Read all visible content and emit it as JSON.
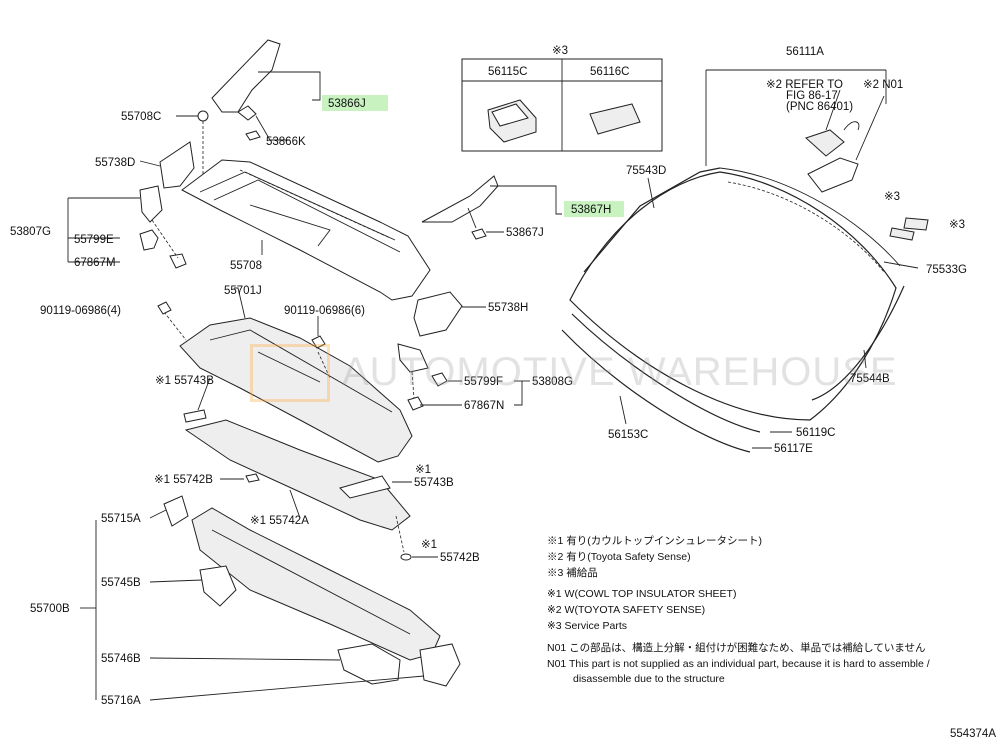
{
  "diagram": {
    "labels": {
      "p55708C": "55708C",
      "p53866J": "53866J",
      "p53866K": "53866K",
      "p55738D": "55738D",
      "p53807G": "53807G",
      "p55799E": "55799E",
      "p67867M": "67867M",
      "p55708": "55708",
      "p55701J": "55701J",
      "p90119a": "90119-06986(4)",
      "p90119b": "90119-06986(6)",
      "p55738H": "55738H",
      "p55799F": "55799F",
      "p53808G": "53808G",
      "p67867N": "67867N",
      "p155743B": "※1 55743B",
      "p55743B": "55743B",
      "p155742B": "※1 55742B",
      "p155742A": "※1 55742A",
      "p55742B": "55742B",
      "n1a": "※1",
      "n1b": "※1",
      "p55715A": "55715A",
      "p55745B": "55745B",
      "p55700B": "55700B",
      "p55746B": "55746B",
      "p55716A": "55716A",
      "star3": "※3",
      "p56115C": "56115C",
      "p56116C": "56116C",
      "p53867H": "53867H",
      "p53867J": "53867J",
      "p56111A": "56111A",
      "refer1": "※2 REFER TO",
      "refer2": "FIG 86-17",
      "refer3": "(PNC 86401)",
      "n01": "※2 N01",
      "p75543D": "75543D",
      "s3a": "※3",
      "s3b": "※3",
      "p75533G": "75533G",
      "p75544B": "75544B",
      "p56153C": "56153C",
      "p56119C": "56119C",
      "p56117E": "56117E"
    },
    "watermark": "AUTOMOTIVE WAREHOUSE",
    "diagram_code": "554374A"
  },
  "legend": {
    "l1": "※1 有り(カウルトップインシュレータシート)",
    "l2": "※2 有り(Toyota Safety Sense)",
    "l3": "※3 補給品",
    "l4": "※1 W(COWL TOP INSULATOR SHEET)",
    "l5": "※2 W(TOYOTA SAFETY SENSE)",
    "l6": "※3 Service Parts",
    "l7": "N01  この部品は、構造上分解・組付けが困難なため、単品では補給していません",
    "l8": "N01  This part is not supplied as an individual part, because it is hard to assemble /",
    "l9": "disassemble due to the structure"
  },
  "colors": {
    "highlight": "#c8f2c0"
  }
}
